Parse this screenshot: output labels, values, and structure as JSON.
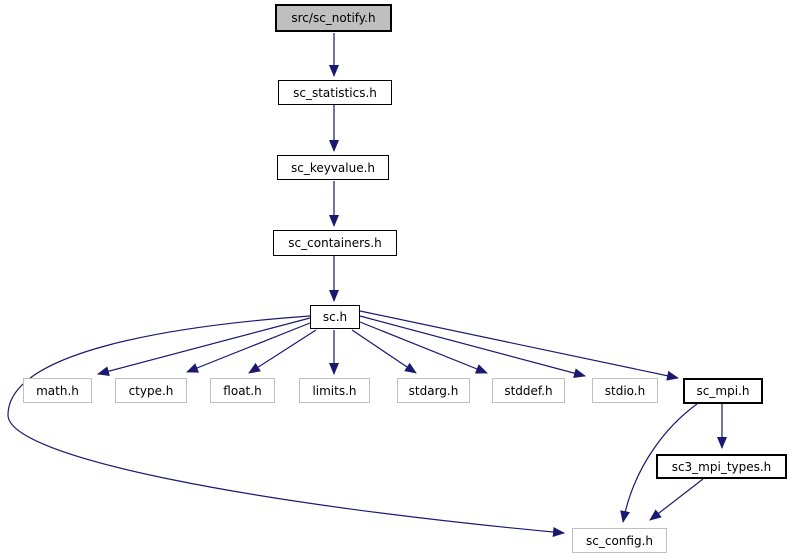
{
  "diagram": {
    "kind": "include-dependency-graph",
    "colors": {
      "edge": "#191970",
      "root_fill": "#bfbfbf",
      "node_fill": "#ffffff",
      "linked_border": "#000000",
      "external_border": "#c0c0c0",
      "text": "#000000"
    },
    "nodes": [
      {
        "id": "src-sc_notify-h",
        "label": "src/sc_notify.h",
        "kind": "root"
      },
      {
        "id": "sc_statistics-h",
        "label": "sc_statistics.h",
        "kind": "linked"
      },
      {
        "id": "sc_keyvalue-h",
        "label": "sc_keyvalue.h",
        "kind": "linked"
      },
      {
        "id": "sc_containers-h",
        "label": "sc_containers.h",
        "kind": "linked"
      },
      {
        "id": "sc-h",
        "label": "sc.h",
        "kind": "linked"
      },
      {
        "id": "math-h",
        "label": "math.h",
        "kind": "external"
      },
      {
        "id": "ctype-h",
        "label": "ctype.h",
        "kind": "external"
      },
      {
        "id": "float-h",
        "label": "float.h",
        "kind": "external"
      },
      {
        "id": "limits-h",
        "label": "limits.h",
        "kind": "external"
      },
      {
        "id": "stdarg-h",
        "label": "stdarg.h",
        "kind": "external"
      },
      {
        "id": "stddef-h",
        "label": "stddef.h",
        "kind": "external"
      },
      {
        "id": "stdio-h",
        "label": "stdio.h",
        "kind": "external"
      },
      {
        "id": "sc_mpi-h",
        "label": "sc_mpi.h",
        "kind": "linked-strong"
      },
      {
        "id": "sc3_mpi_types-h",
        "label": "sc3_mpi_types.h",
        "kind": "linked-strong"
      },
      {
        "id": "sc_config-h",
        "label": "sc_config.h",
        "kind": "external"
      }
    ],
    "edges": [
      {
        "from": "src/sc_notify.h",
        "to": "sc_statistics.h"
      },
      {
        "from": "sc_statistics.h",
        "to": "sc_keyvalue.h"
      },
      {
        "from": "sc_keyvalue.h",
        "to": "sc_containers.h"
      },
      {
        "from": "sc_containers.h",
        "to": "sc.h"
      },
      {
        "from": "sc.h",
        "to": "math.h"
      },
      {
        "from": "sc.h",
        "to": "ctype.h"
      },
      {
        "from": "sc.h",
        "to": "float.h"
      },
      {
        "from": "sc.h",
        "to": "limits.h"
      },
      {
        "from": "sc.h",
        "to": "stdarg.h"
      },
      {
        "from": "sc.h",
        "to": "stddef.h"
      },
      {
        "from": "sc.h",
        "to": "stdio.h"
      },
      {
        "from": "sc.h",
        "to": "sc_mpi.h"
      },
      {
        "from": "sc.h",
        "to": "sc_config.h"
      },
      {
        "from": "sc_mpi.h",
        "to": "sc3_mpi_types.h"
      },
      {
        "from": "sc_mpi.h",
        "to": "sc_config.h"
      },
      {
        "from": "sc3_mpi_types.h",
        "to": "sc_config.h"
      }
    ]
  }
}
